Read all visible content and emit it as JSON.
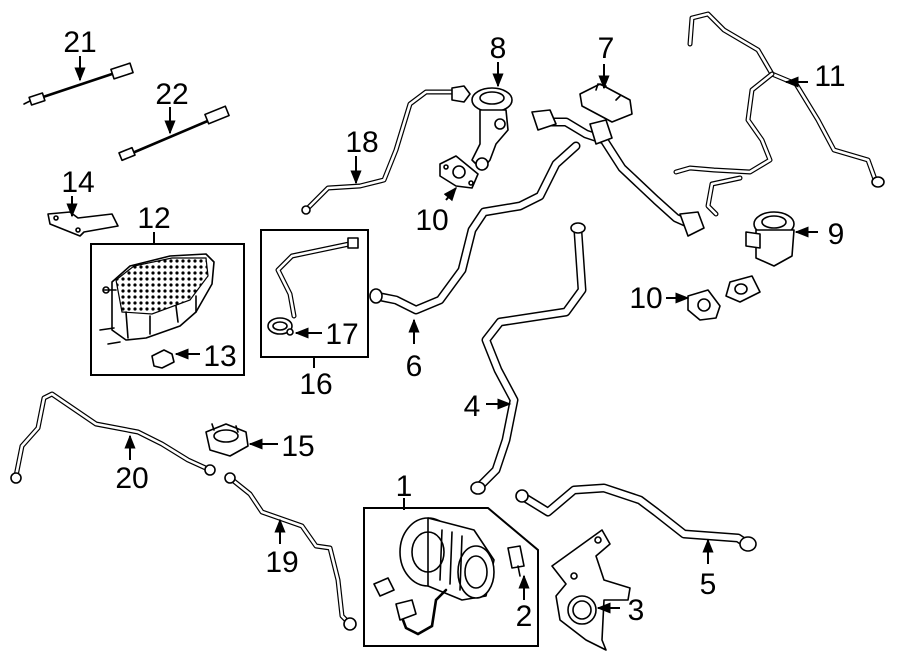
{
  "callouts": {
    "c1": "1",
    "c2": "2",
    "c3": "3",
    "c4": "4",
    "c5": "5",
    "c6": "6",
    "c7": "7",
    "c8": "8",
    "c9": "9",
    "c10a": "10",
    "c10b": "10",
    "c11": "11",
    "c12": "12",
    "c13": "13",
    "c14": "14",
    "c15": "15",
    "c16": "16",
    "c17": "17",
    "c18": "18",
    "c19": "19",
    "c20": "20",
    "c21": "21",
    "c22": "22"
  }
}
